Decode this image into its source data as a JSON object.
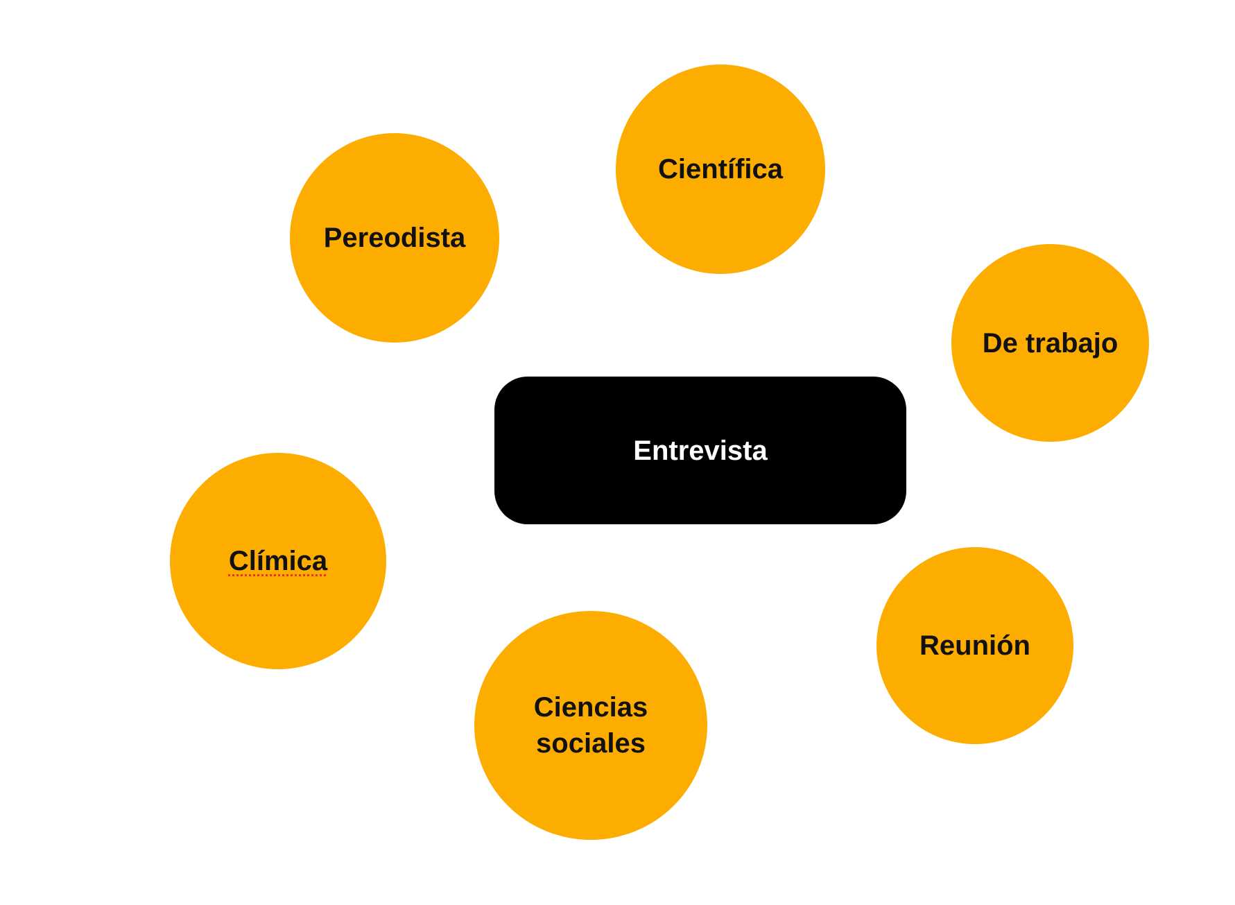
{
  "colors": {
    "background": "#ffffff",
    "center_fill": "#000000",
    "center_text": "#ffffff",
    "bubble_fill": "#fdad00",
    "bubble_text": "#111111",
    "spellcheck_underline": "#e8322a"
  },
  "center": {
    "label": "Entrevista"
  },
  "nodes": [
    {
      "id": "periodista",
      "label": "Pereodista"
    },
    {
      "id": "cientifica",
      "label": "Científica"
    },
    {
      "id": "trabajo",
      "label": "De trabajo"
    },
    {
      "id": "clinica",
      "label": "Clímica",
      "spellcheck_flag": true
    },
    {
      "id": "sociales",
      "label": "Ciencias\nsociales"
    },
    {
      "id": "reunion",
      "label": "Reunión"
    }
  ]
}
